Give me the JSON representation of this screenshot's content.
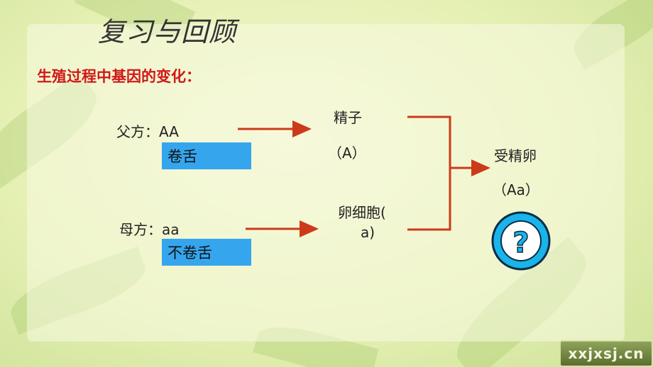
{
  "title": "复习与回顾",
  "subtitle": "生殖过程中基因的变化：",
  "father": {
    "label": "父方：AA",
    "trait": "卷舌"
  },
  "mother": {
    "label": "母方：aa",
    "trait": "不卷舌"
  },
  "sperm": {
    "label": "精子",
    "gene": "（A）"
  },
  "egg": {
    "label": "卵细胞(",
    "gene": "a)"
  },
  "zygote": {
    "label": "受精卵",
    "gene": "（Aa）"
  },
  "question_mark": "?",
  "watermark": "xxjxsj.cn",
  "colors": {
    "arrow": "#cc3a1a",
    "box": "#35a6ee",
    "title_red": "#d01818",
    "icon_blue": "#19b4ea"
  },
  "icons": {
    "zygote_unknown": "question-badge-icon"
  }
}
